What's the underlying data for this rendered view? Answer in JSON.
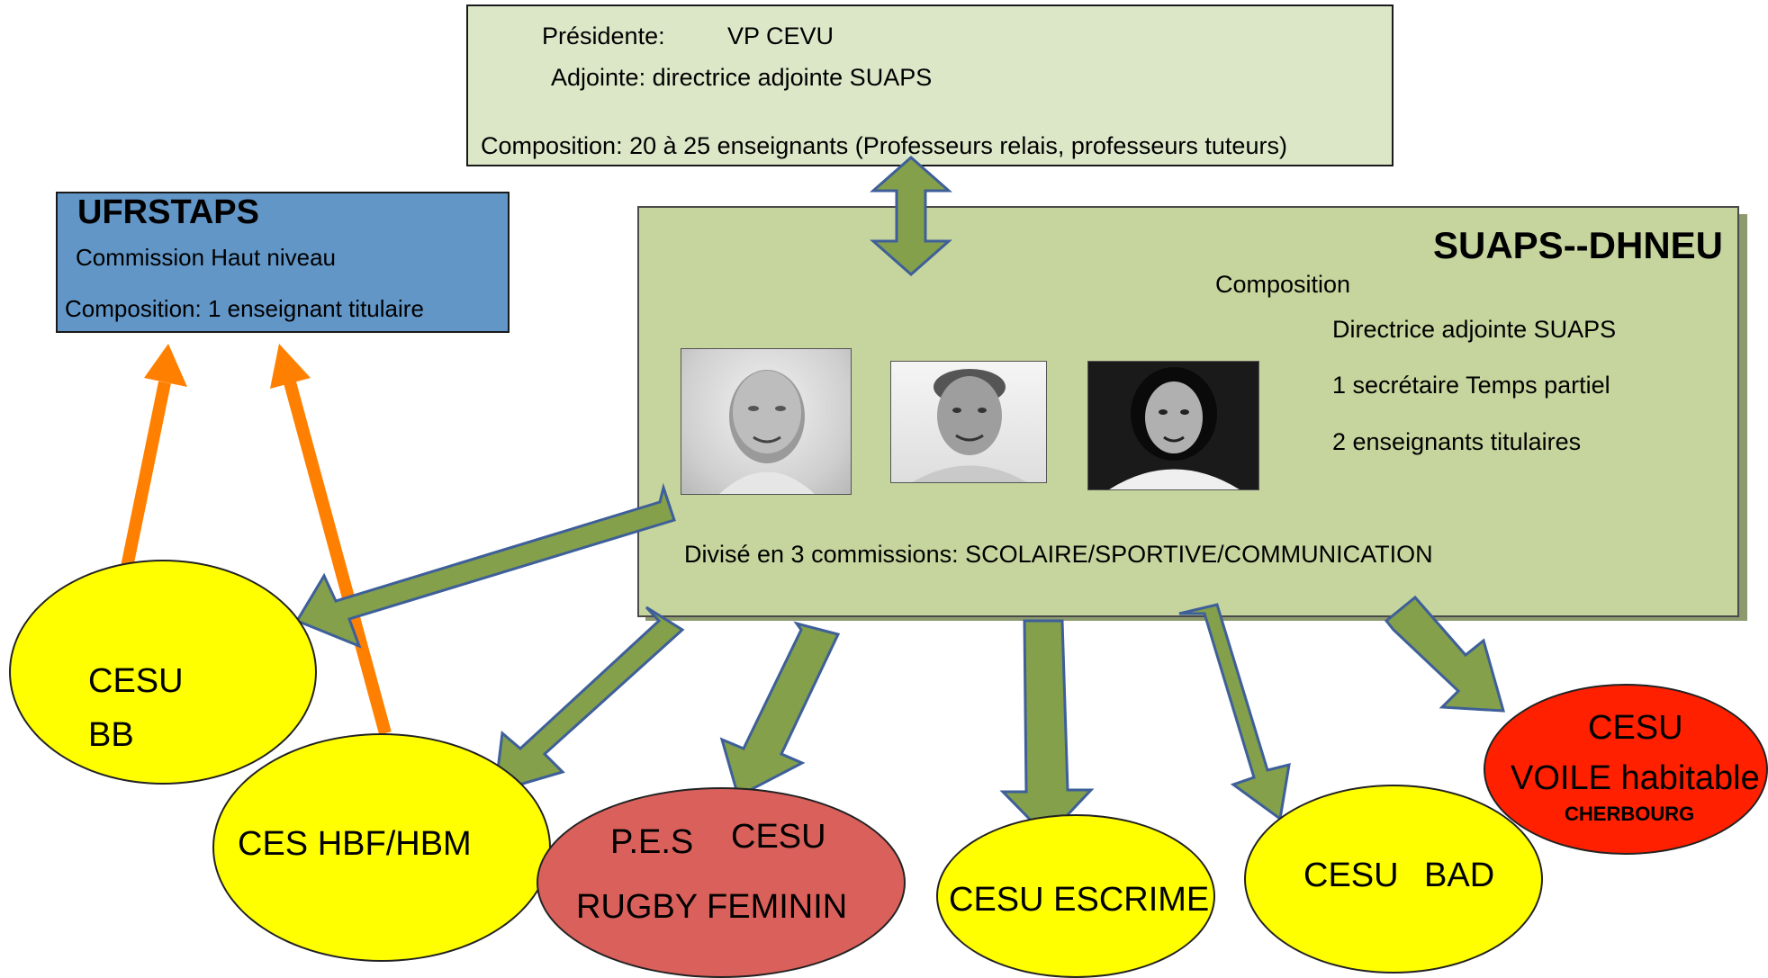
{
  "top_box": {
    "presidente_label": "Présidente:",
    "presidente_value": "VP CEVU",
    "adjointe": "Adjointe: directrice  adjointe SUAPS",
    "composition": "Composition: 20  à  25 enseignants  (Professeurs relais, professeurs tuteurs)"
  },
  "ufr_box": {
    "title": "UFRSTAPS",
    "subtitle": "Commission Haut  niveau",
    "composition": "Composition: 1 enseignant titulaire"
  },
  "suaps_box": {
    "title": "SUAPS--DHNEU",
    "composition_label": "Composition",
    "members": [
      "Directrice  adjointe  SUAPS",
      "1 secrétaire Temps partiel",
      "2 enseignants titulaires"
    ],
    "divise": "Divisé en 3 commissions:  SCOLAIRE/SPORTIVE/COMMUNICATION"
  },
  "cesu_bb": {
    "line1": "CESU",
    "line2": "BB"
  },
  "ces_hbf": {
    "label": "CES HBF/HBM"
  },
  "pes_rugby": {
    "line1_a": "P.E.S",
    "line1_b": "CESU",
    "line2": "RUGBY FEMININ"
  },
  "cesu_escrime": {
    "label": "CESU ESCRIME"
  },
  "cesu_bad": {
    "label_a": "CESU",
    "label_b": "BAD"
  },
  "cesu_voile": {
    "line1": "CESU",
    "line2": "VOILE habitable",
    "line3": "CHERBOURG"
  },
  "colors": {
    "top_box_fill": "#dce7c8",
    "ufr_fill": "#6196c7",
    "suaps_fill": "#c6d59d",
    "green_arrow": "#84a04a",
    "green_arrow_outline": "#3e5f99",
    "orange_arrow": "#ff8000",
    "yellow": "#ffff00",
    "salmon": "#d9605b",
    "red": "#ff2000"
  }
}
